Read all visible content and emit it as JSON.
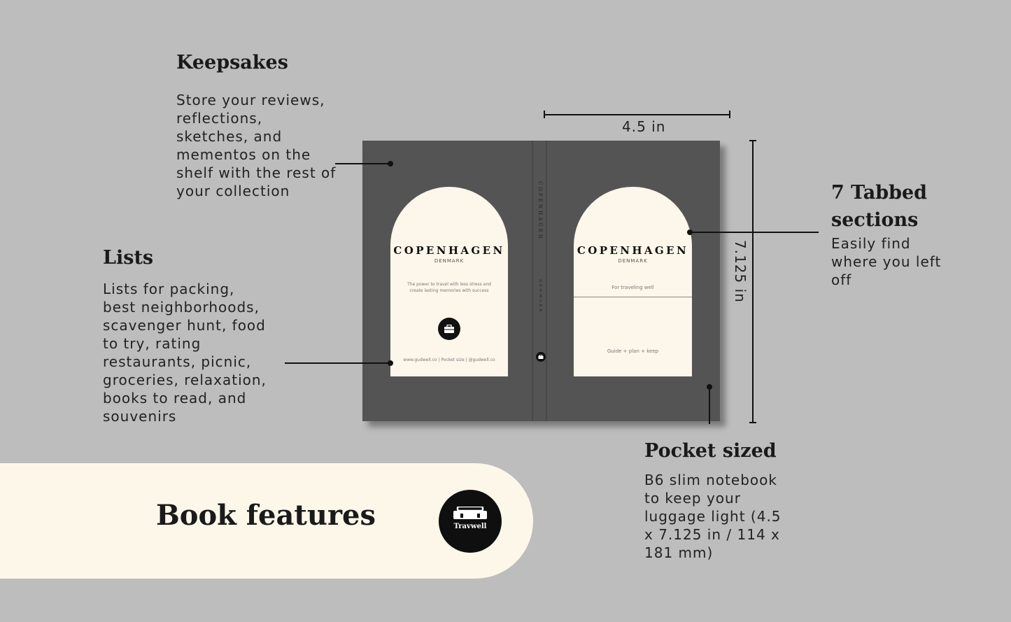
{
  "features": {
    "keepsakes": {
      "title": "Keepsakes",
      "body": "Store your reviews, reflections, sketches, and mementos on the shelf with the rest of your collection"
    },
    "lists": {
      "title": "Lists",
      "body": "Lists for packing, best neighborhoods, scavenger hunt, food to try, rating restaurants, picnic, groceries, relaxation, books to read, and souvenirs"
    },
    "tabbed": {
      "title": "7 Tabbed sections",
      "body": "Easily find where you left off"
    },
    "pocket": {
      "title": "Pocket sized",
      "body": "B6 slim notebook to keep your luggage light (4.5 x 7.125 in / 114 x 181 mm)"
    }
  },
  "dimensions": {
    "width_label": "4.5 in",
    "height_label": "7.125 in"
  },
  "book": {
    "cover_title": "COPENHAGEN",
    "cover_subtitle": "DENMARK",
    "spine_title": "COPENHAGEN",
    "spine_subtitle": "DENMARK",
    "back_tagline": "The power to travel with less stress and create lasting memories with success",
    "back_footer": "www.gudwell.co | Pocket size | @gudwell.co",
    "front_tagline": "For traveling well",
    "front_footer": "Guide + plan + keep",
    "cover_color": "#555455",
    "arch_color": "#fdf6ea"
  },
  "banner": {
    "title": "Book features",
    "logo_text": "Travwell",
    "logo_icon": "suitcase-icon"
  }
}
